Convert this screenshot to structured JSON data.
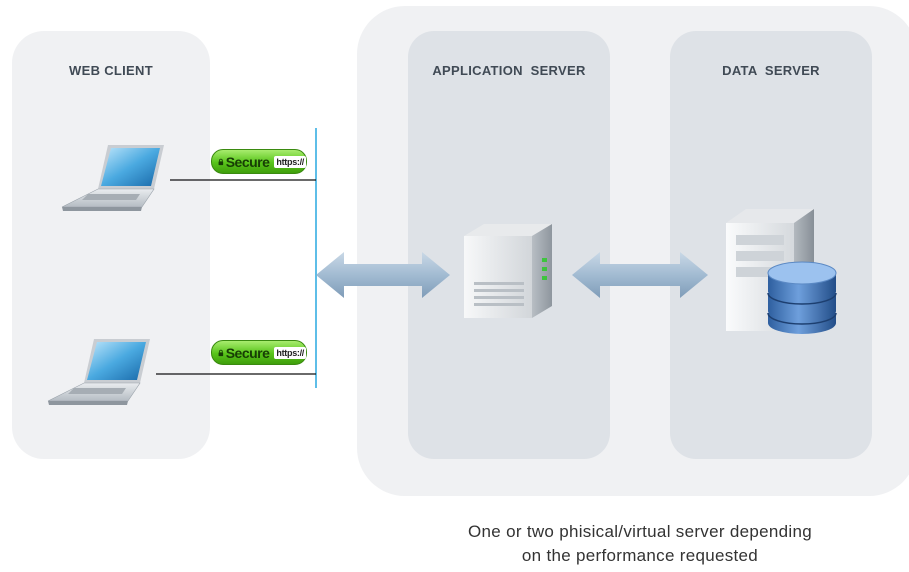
{
  "panels": {
    "web_client": {
      "title": "WEB CLIENT"
    },
    "application_server": {
      "title": "APPLICATION  SERVER"
    },
    "data_server": {
      "title": "DATA  SERVER"
    }
  },
  "badges": [
    {
      "secure": "Secure",
      "https": "https://"
    },
    {
      "secure": "Secure",
      "https": "https://"
    }
  ],
  "caption": {
    "line1": "One or two phisical/virtual server depending",
    "line2": "on the performance requested"
  },
  "colors": {
    "panel_outer": "#f0f1f3",
    "panel_inner": "#dee2e7",
    "network_line": "#29a9e0",
    "secure_badge": "#58c41a",
    "arrow": "#a9c2d8",
    "database": "#3d6fb0"
  },
  "icons": [
    "laptop-icon",
    "lock-icon",
    "server-icon",
    "database-icon",
    "double-arrow-icon"
  ]
}
